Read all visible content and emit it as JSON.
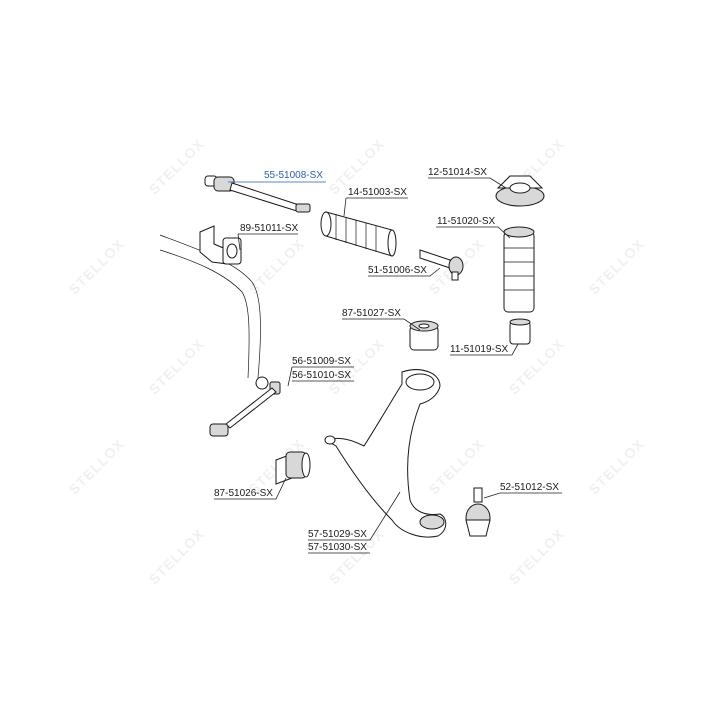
{
  "watermark": {
    "text": "STELLOX"
  },
  "parts": [
    {
      "id": "tie-rod",
      "label": "55-51008-SX",
      "highlighted": true
    },
    {
      "id": "steering-boot",
      "label": "14-51003-SX"
    },
    {
      "id": "top-mount",
      "label": "12-51014-SX"
    },
    {
      "id": "stabilizer-bushing",
      "label": "89-51011-SX"
    },
    {
      "id": "shock-boot",
      "label": "11-51020-SX"
    },
    {
      "id": "tie-rod-end",
      "label": "51-51006-SX"
    },
    {
      "id": "arm-bushing-upper",
      "label": "87-51027-SX"
    },
    {
      "id": "bump-stop",
      "label": "11-51019-SX"
    },
    {
      "id": "stabilizer-link-1",
      "label": "56-51009-SX"
    },
    {
      "id": "stabilizer-link-2",
      "label": "56-51010-SX"
    },
    {
      "id": "ball-joint",
      "label": "52-51012-SX"
    },
    {
      "id": "arm-bushing-rear",
      "label": "87-51026-SX"
    },
    {
      "id": "control-arm-1",
      "label": "57-51029-SX"
    },
    {
      "id": "control-arm-2",
      "label": "57-51030-SX"
    }
  ]
}
